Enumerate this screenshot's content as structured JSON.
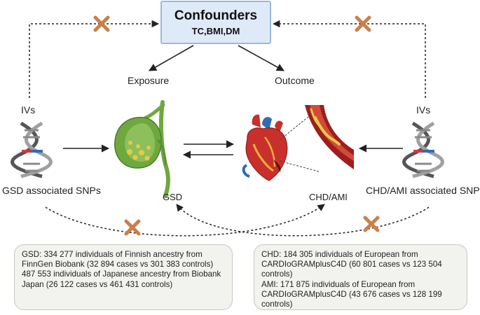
{
  "confounders": {
    "title": "Confounders",
    "subtitle": "TC,BMI,DM"
  },
  "labels": {
    "exposure": "Exposure",
    "outcome": "Outcome",
    "ivs_left": "IVs",
    "ivs_right": "IVs",
    "gsd_snps": "GSD associated SNPs",
    "chd_snps": "CHD/AMI associated SNPs",
    "gsd": "GSD",
    "chd_ami": "CHD/AMI"
  },
  "info_left": {
    "line1": "GSD: 334 277 individuals of Finnish ancestry from FinnGen Biobank (32 894 cases vs 301 383 controls)",
    "line2": "487 553 individuals of Japanese  ancestry from Biobank Japan (26 122 cases vs 461 431 controls)"
  },
  "info_right": {
    "line1": "CHD: 184 305 individuals of European from CARDIoGRAMplusC4D (60 801 cases vs 123 504 controls)",
    "line2": "AMI: 171 875 individuals of European from CARDIoGRAMplusC4D (43 676 cases vs 128 199 controls)"
  },
  "icons": [
    "dna-helix-icon",
    "gallbladder-liver-icon",
    "heart-icon",
    "artery-plaque-icon",
    "cross-mark-icon"
  ],
  "colors": {
    "cross": "#c8804a",
    "box_fill": "#dfeaf8",
    "box_border": "#9fb8d9",
    "info_fill": "#f2f2ee",
    "dna_red": "#d8363a",
    "dna_blue": "#2e6db4",
    "gallbladder_green": "#6ea83f",
    "heart_red": "#c9302c"
  }
}
